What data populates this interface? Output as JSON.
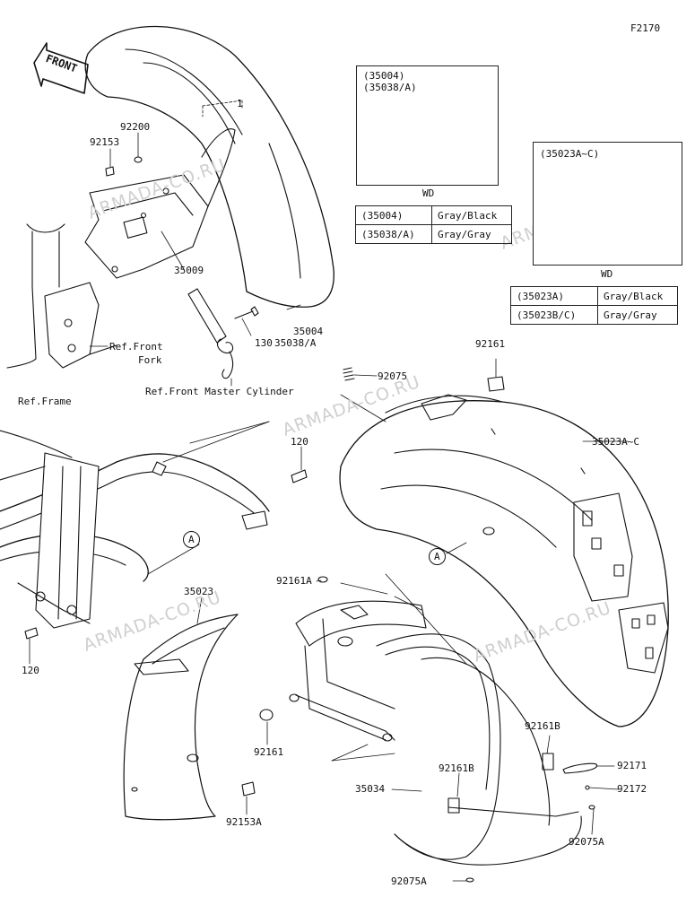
{
  "figure_code": "F2170",
  "front_label": "FRONT",
  "watermark": "ARMADA-CO.RU",
  "detail_box_1": {
    "title_line1": "(35004)",
    "title_line2": "(35038/A)",
    "caption": "WD"
  },
  "detail_box_2": {
    "title": "(35023A~C)",
    "caption": "WD"
  },
  "color_table_1": [
    {
      "part": "(35004)",
      "color": "Gray/Black"
    },
    {
      "part": "(35038/A)",
      "color": "Gray/Gray"
    }
  ],
  "color_table_2": [
    {
      "part": "(35023A)",
      "color": "Gray/Black"
    },
    {
      "part": "(35023B/C)",
      "color": "Gray/Gray"
    }
  ],
  "callouts": {
    "c92200": "92200",
    "c92153": "92153",
    "c35009": "35009",
    "c130": "130",
    "c35004": "35004",
    "c35038a": "35038/A",
    "ref_front_fork_1": "Ref.Front",
    "ref_front_fork_2": "Fork",
    "ref_front_master": "Ref.Front Master Cylinder",
    "c92075_top": "92075",
    "c92161_top": "92161",
    "ref_frame": "Ref.Frame",
    "c120_top": "120",
    "c35023ac": "35023A~C",
    "c_a_left": "A",
    "c_a_right": "A",
    "c35023": "35023",
    "c92161a": "92161A",
    "c120_left": "120",
    "c92161_bottom": "92161",
    "c92161b_right": "92161B",
    "c92161b_mid": "92161B",
    "c92171": "92171",
    "c92172": "92172",
    "c35034": "35034",
    "c92153a": "92153A",
    "c92075a_right": "92075A",
    "c92075a_bottom": "92075A",
    "mark_1": "1"
  }
}
